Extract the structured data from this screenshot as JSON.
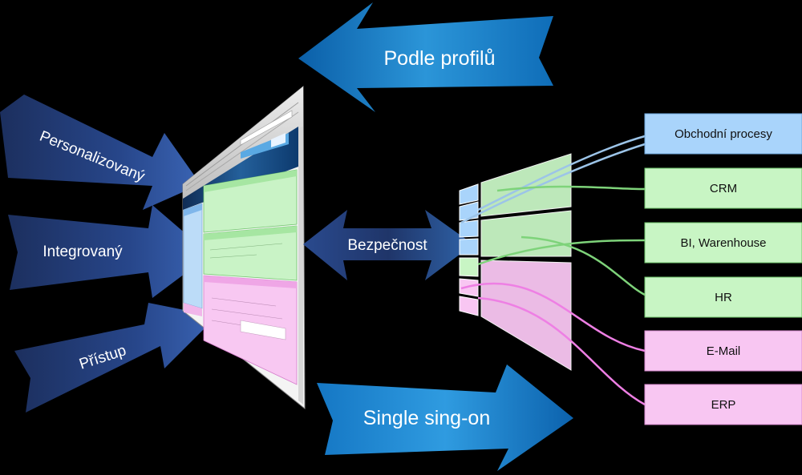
{
  "arrows": {
    "profiles": "Podle profilů",
    "sso": "Single sing-on",
    "security": "Bezpečnost",
    "personalized": "Personalizovaný",
    "integrated": "Integrovaný",
    "access": "Přístup"
  },
  "systems": [
    {
      "label": "Obchodní procesy",
      "kind": "blue"
    },
    {
      "label": "CRM",
      "kind": "green"
    },
    {
      "label": "BI, Warenhouse",
      "kind": "green"
    },
    {
      "label": "HR",
      "kind": "green"
    },
    {
      "label": "E-Mail",
      "kind": "pink"
    },
    {
      "label": "ERP",
      "kind": "pink"
    }
  ],
  "colors": {
    "background": "#000000",
    "arrow_dark": "#1f3c7a",
    "arrow_light": "#2f8fd0",
    "box_blue": "#a9d4fb",
    "box_green": "#c8f5c4",
    "box_pink": "#f8c6f2",
    "line_blue": "#9cc4e8",
    "line_green": "#7ed37a",
    "line_pink": "#ee7fe4"
  }
}
